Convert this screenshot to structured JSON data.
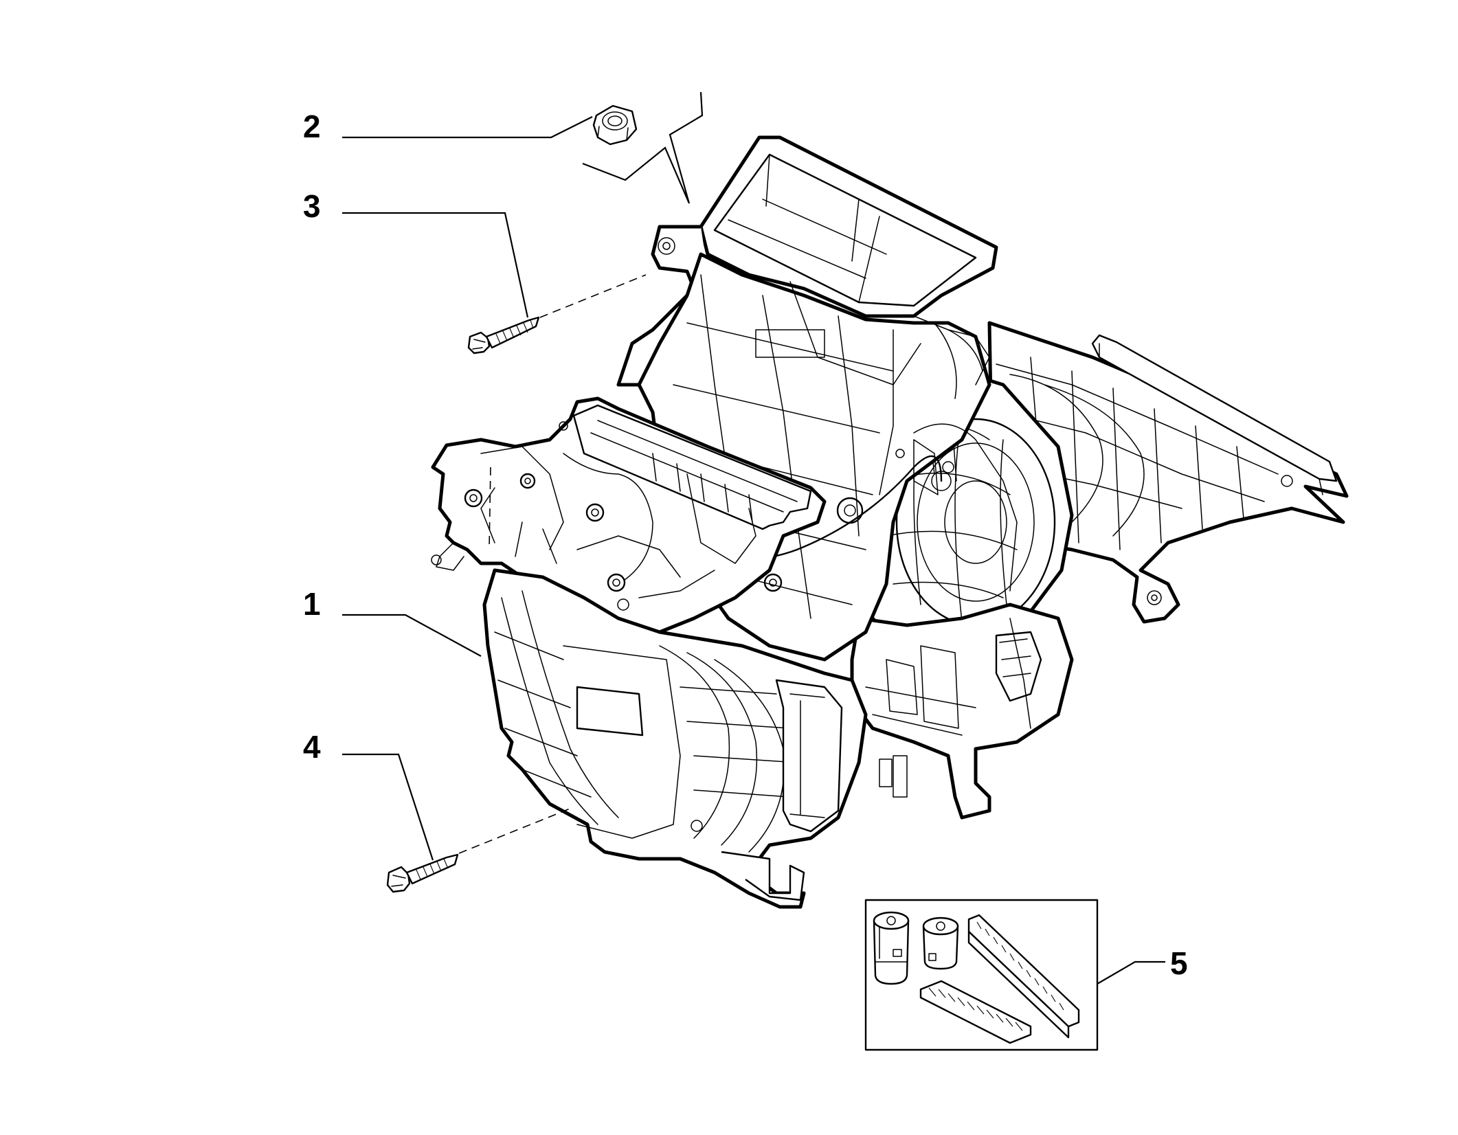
{
  "diagram": {
    "callouts": [
      {
        "id": "1",
        "label": "1",
        "part": "heater-ac-unit-assembly"
      },
      {
        "id": "2",
        "label": "2",
        "part": "hex-nut"
      },
      {
        "id": "3",
        "label": "3",
        "part": "flange-screw-upper"
      },
      {
        "id": "4",
        "label": "4",
        "part": "flange-screw-lower"
      },
      {
        "id": "5",
        "label": "5",
        "part": "filter-kit"
      }
    ],
    "colors": {
      "line": "#000000",
      "background": "#ffffff"
    }
  }
}
